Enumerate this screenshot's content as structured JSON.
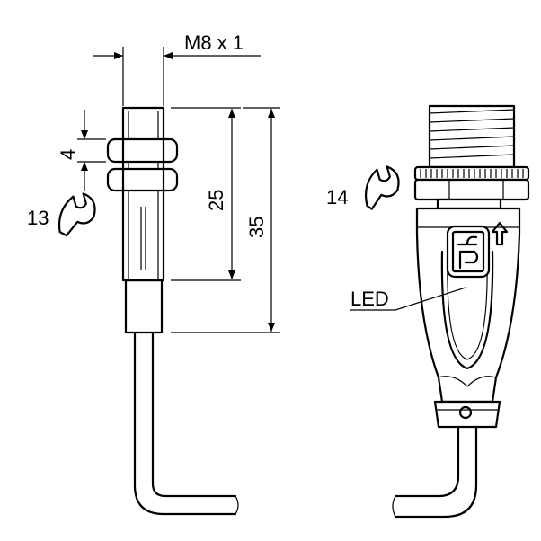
{
  "labels": {
    "thread": "M8 x 1",
    "nut_height": "4",
    "wrench_left": "13",
    "thread_length": "25",
    "total_length": "35",
    "wrench_right": "14",
    "led": "LED"
  },
  "colors": {
    "line": "#000000",
    "background": "#ffffff"
  }
}
